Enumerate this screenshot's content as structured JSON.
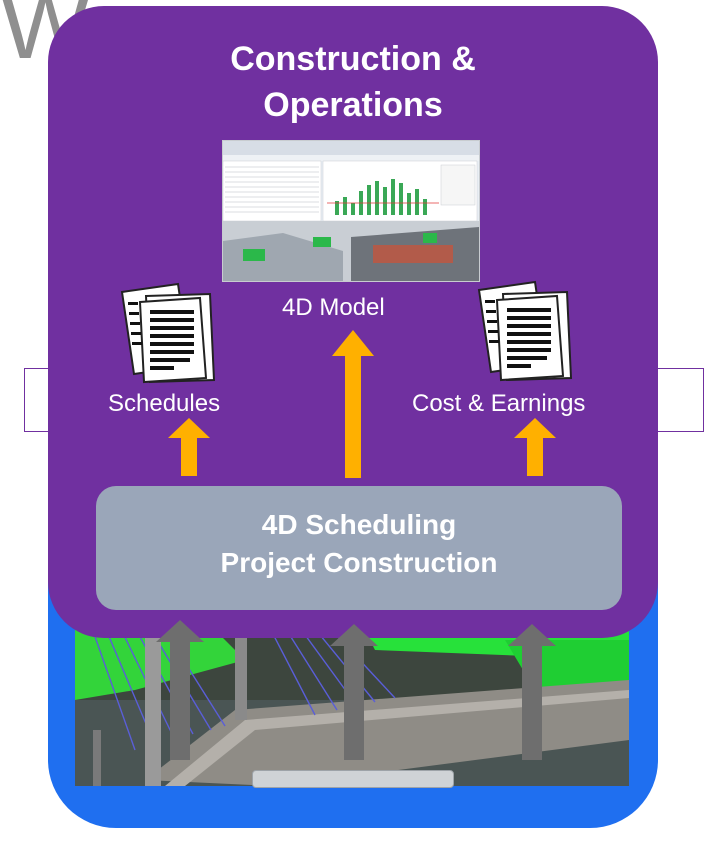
{
  "title": {
    "line1": "Construction &",
    "line2": "Operations"
  },
  "outputs": {
    "model_label": "4D Model",
    "schedules_label": "Schedules",
    "cost_label": "Cost & Earnings"
  },
  "core": {
    "line1": "4D Scheduling",
    "line2": "Project Construction"
  },
  "colors": {
    "purple_panel": "#7030a0",
    "blue_panel": "#1f6ff0",
    "core_box": "#9aa6b9",
    "up_arrow_output": "#ffb000",
    "up_arrow_input": "#6e6e6e"
  },
  "icons": {
    "document_stack": "document-stack-icon",
    "arrow": "arrow-up-icon"
  }
}
